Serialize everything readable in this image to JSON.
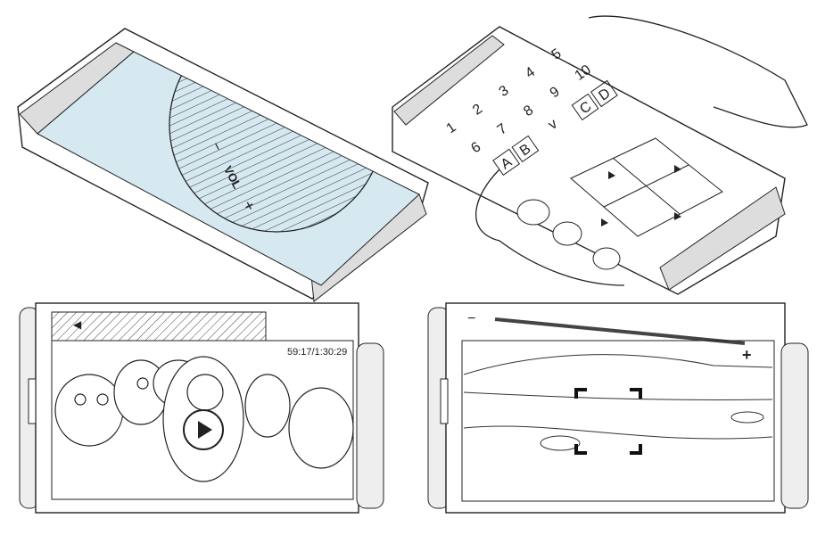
{
  "figure_a": {
    "volume_label": "VOL",
    "minus": "−",
    "plus": "+",
    "screen_color": "#d6e9f1"
  },
  "figure_b": {
    "keys_row1": [
      "1",
      "2",
      "3",
      "4",
      "5"
    ],
    "keys_row2": [
      "6",
      "7",
      "8",
      "9",
      "10"
    ],
    "letter_keys": [
      "A",
      "B",
      "C",
      "D"
    ],
    "tab_glyph": "v"
  },
  "figure_c": {
    "playback_time": "59:17/1:30:29",
    "speaker_glyph": "◀"
  },
  "figure_d": {
    "zoom_out": "−",
    "zoom_in": "+"
  }
}
